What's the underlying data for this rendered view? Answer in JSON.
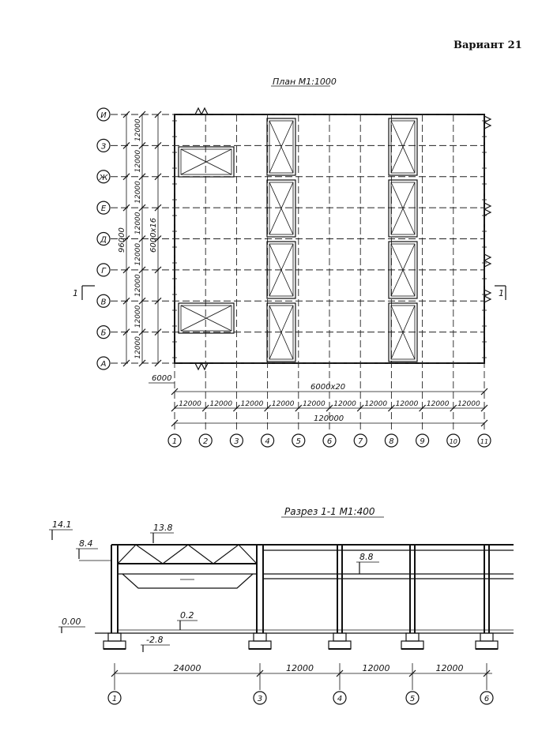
{
  "variant_label": "Вариант 21",
  "plan": {
    "title": "План М1:1000",
    "row_axes": [
      "И",
      "З",
      "Ж",
      "Е",
      "Д",
      "Г",
      "В",
      "Б",
      "А"
    ],
    "col_axes": [
      "1",
      "2",
      "3",
      "4",
      "5",
      "6",
      "7",
      "8",
      "9",
      "10",
      "11"
    ],
    "span_label": "12000",
    "left_span_labels": [
      "12000",
      "12000",
      "12000",
      "12000",
      "12000",
      "12000",
      "12000",
      "12000"
    ],
    "total_height": "96000",
    "column_pitch_y": "6000x16",
    "column_pitch_x": "6000x20",
    "total_length": "120000",
    "edge_offset": "6000",
    "section_mark": "1"
  },
  "section": {
    "title": "Разрез 1-1 М1:400",
    "levels": {
      "top": "14.1",
      "truss_top": "13.8",
      "crane_rail": "8.4",
      "low_roof": "8.8",
      "zero": "0.00",
      "floor": "0.2",
      "foundation": "-2.8"
    },
    "axes": [
      "1",
      "3",
      "4",
      "5",
      "6"
    ],
    "spans": [
      "24000",
      "12000",
      "12000",
      "12000"
    ]
  }
}
